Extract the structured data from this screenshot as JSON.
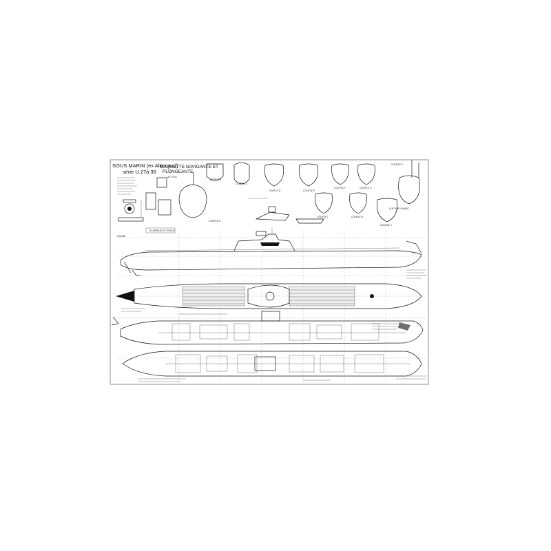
{
  "title": {
    "line1": "SOUS MARIN (ex Allemand)",
    "line2": "série U.27à 36",
    "subtitle1": "MAQUETTE NAVIGANTE ET",
    "subtitle2": "PLONGEANTE",
    "scale": "Au 1/144"
  },
  "sections": {
    "couples": [
      "COUPLE A",
      "COUPLE B",
      "COUPLE C",
      "COUPLE D",
      "COUPLE E",
      "COUPLE F",
      "COUPLE G",
      "COUPLE H",
      "COUPLE I",
      "COUPLE J",
      "COUPLE K"
    ],
    "vue_avant": "VUE PAR L'AVANT",
    "schema": "SCHÉMA ÉLECTRIQUE",
    "coque": "COQUE"
  },
  "colors": {
    "ink": "#111111",
    "paper": "#ffffff"
  }
}
